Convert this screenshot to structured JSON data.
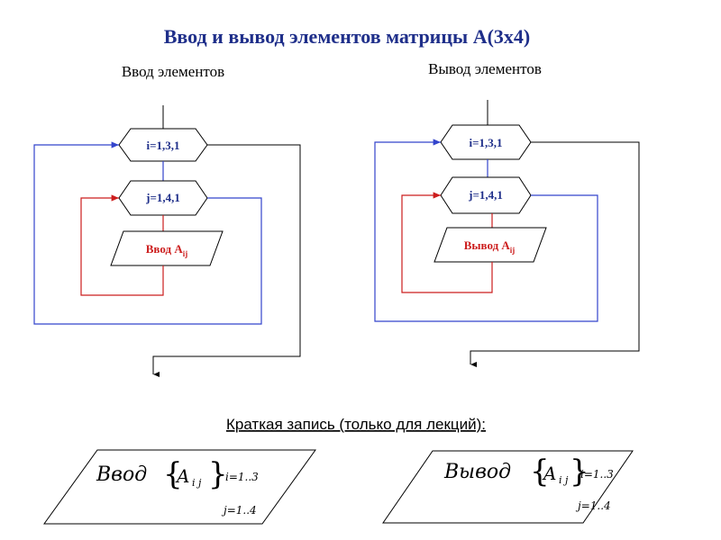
{
  "title": "Ввод и вывод элементов матрицы A(3x4)",
  "left": {
    "heading": "Ввод элементов",
    "outer_loop": "i=1,3,1",
    "inner_loop": "j=1,4,1",
    "io_label": "Ввод A",
    "io_sub": "ij"
  },
  "right": {
    "heading": "Вывод элементов",
    "outer_loop": "i=1,3,1",
    "inner_loop": "j=1,4,1",
    "io_label": "Вывод A",
    "io_sub": "ij"
  },
  "short": {
    "title": "Краткая запись (только для лекций):",
    "left": {
      "word": "Ввод",
      "letter": "A",
      "sub": "i j",
      "i_range": "i=1..3",
      "j_range": "j=1..4"
    },
    "right": {
      "word": "Вывод",
      "letter": "A",
      "sub": "i j",
      "i_range": "i=1..3",
      "j_range": "j=1..4"
    }
  },
  "colors": {
    "title": "#1f2f8a",
    "outer": "#3344cc",
    "inner": "#cc1d1d",
    "line": "#000000"
  }
}
